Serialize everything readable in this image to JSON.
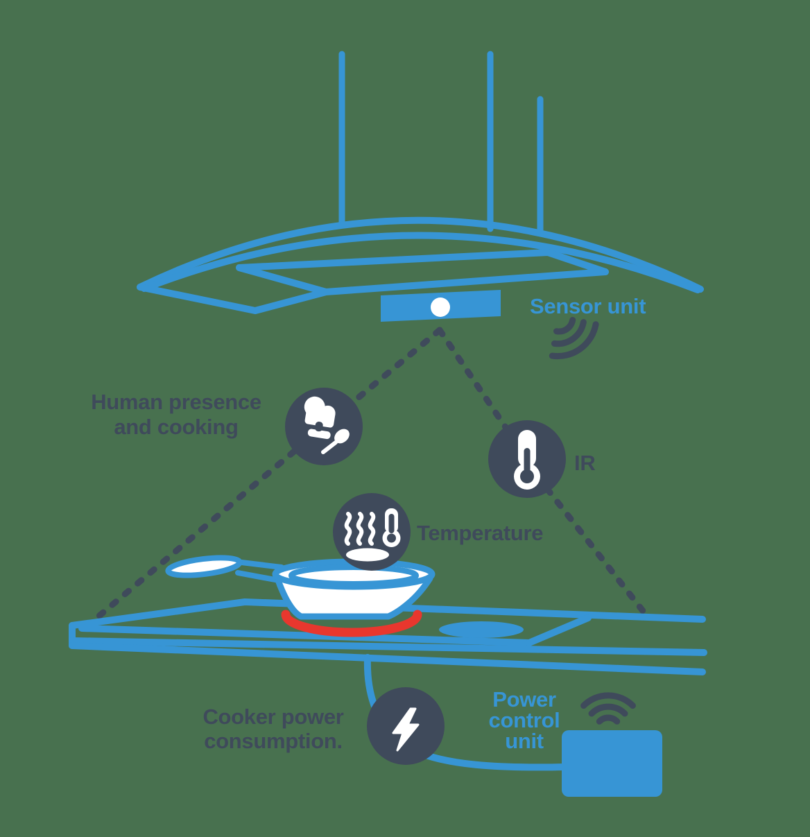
{
  "title": "Smart cooker guard sensor diagram",
  "colors": {
    "background": "#48714F",
    "line_blue": "#3795D5",
    "dark_navy": "#3F4A5B",
    "heat_red": "#E8372E",
    "white": "#FFFFFF"
  },
  "labels": {
    "sensor_unit": "Sensor unit",
    "human_presence": {
      "line1": "Human presence",
      "line2": "and cooking"
    },
    "ir": "IR",
    "temperature": "Temperature",
    "cooker_power": {
      "line1": "Cooker power",
      "line2": "consumption."
    },
    "power_control": {
      "line1": "Power",
      "line2": "control",
      "line3": "unit"
    }
  },
  "icons": [
    "chef-hat-spoon-icon",
    "ir-thermometer-icon",
    "temperature-steam-icon",
    "lightning-bolt-icon",
    "wifi-signal-icon-sensor",
    "wifi-signal-icon-power",
    "sensor-camera-dot"
  ],
  "shapes": {
    "range_hood": "blue outline cooker hood with three exhaust pipes",
    "sensor_unit_box": "blue parallelogram under hood with white dot",
    "cooktop_counter": "blue outline counter slab with cooktop inset",
    "frying_pan": "white pan with blue outline on red heating element",
    "power_control_unit_box": "solid blue rounded rectangle",
    "power_cable": "blue curve from cooker to power control unit"
  }
}
